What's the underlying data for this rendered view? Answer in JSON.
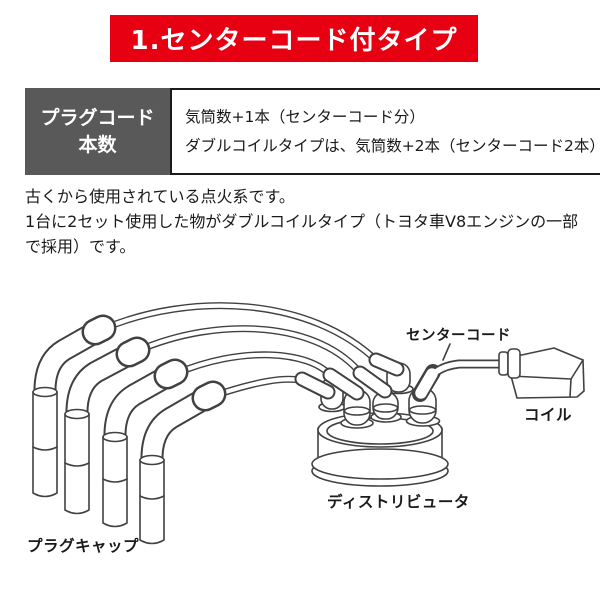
{
  "banner": {
    "title": "1.センターコード付タイプ"
  },
  "spec_table": {
    "header": [
      "プラグコード",
      "本数"
    ],
    "values": [
      "気筒数+1本（センターコード分）",
      "ダブルコイルタイプは、気筒数+2本（センターコード2本）"
    ]
  },
  "description": {
    "lines": [
      "古くから使用されている点火系です。",
      "1台に2セット使用した物がダブルコイルタイプ（トヨタ車V8エンジンの一部で採用）です。"
    ]
  },
  "diagram": {
    "labels": {
      "center_cord": "センターコード",
      "coil": "コイル",
      "distributor": "ディストリビュータ",
      "plug_cap": "プラグキャップ"
    }
  },
  "colors": {
    "banner_bg": "#e60012",
    "banner_text": "#ffffff",
    "table_header_bg": "#595959",
    "table_header_text": "#ffffff",
    "table_border": "#1a1a1a",
    "body_text": "#1a1a1a",
    "diagram_stroke": "#414141"
  }
}
